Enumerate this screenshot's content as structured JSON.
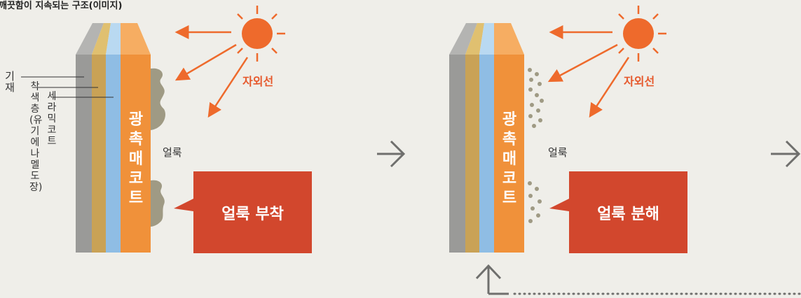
{
  "title": "깨끗함이 지속되는 구조(이미지)",
  "labels": {
    "base": "기재",
    "color_layer": "착색층(유기 에나멜 도장)",
    "ceramic": "세라믹 코트",
    "photocatalyst": "광촉매 코트",
    "stain": "얼룩",
    "uv": "자외선"
  },
  "panels": [
    {
      "box_label": "얼룩 부착"
    },
    {
      "box_label": "얼룩 분해"
    }
  ],
  "colors": {
    "background": "#efeee9",
    "base": "#9a9a98",
    "color_layer": "#c9a256",
    "ceramic": "#8fbde4",
    "photocatalyst": "#f0913a",
    "sun": "#ee6a2c",
    "accent_red": "#d2472d",
    "stain": "#9f9a84"
  },
  "icons": [
    "sun-icon",
    "arrow-right-icon",
    "arrow-up-icon"
  ]
}
